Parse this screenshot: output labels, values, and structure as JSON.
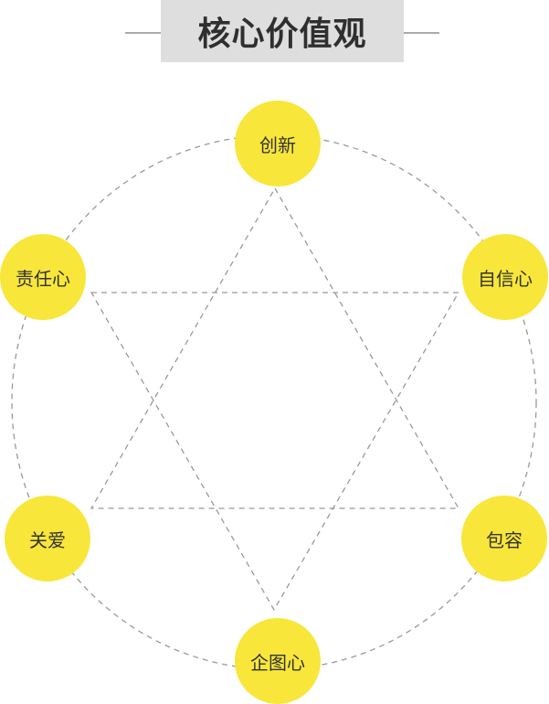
{
  "title": "核心价值观",
  "colors": {
    "node_fill": "#f8e63a",
    "text": "#333333",
    "dash_line": "#999999",
    "title_bg": "#dedede"
  },
  "nodes": [
    {
      "label": "创新"
    },
    {
      "label": "自信心"
    },
    {
      "label": "包容"
    },
    {
      "label": "企图心"
    },
    {
      "label": "关爱"
    },
    {
      "label": "责任心"
    }
  ]
}
